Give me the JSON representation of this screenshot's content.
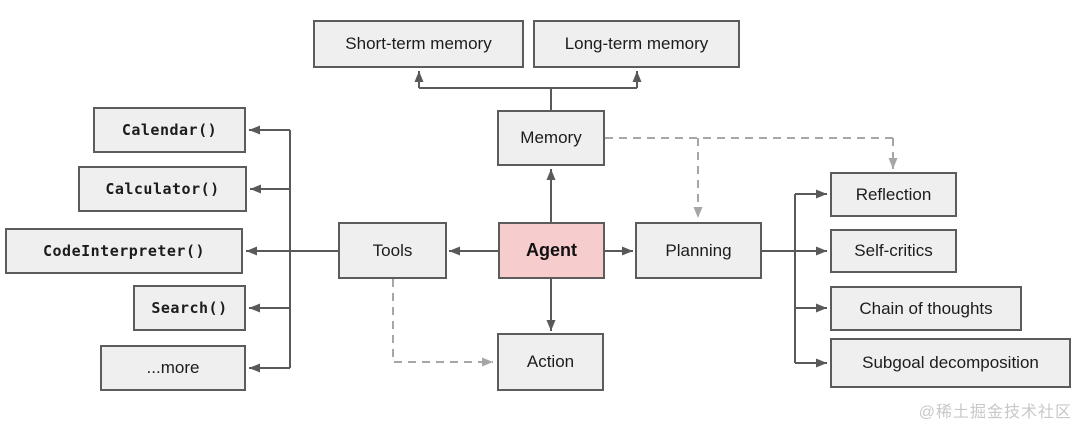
{
  "diagram": {
    "nodes": {
      "short_term_memory": {
        "label": "Short-term memory"
      },
      "long_term_memory": {
        "label": "Long-term memory"
      },
      "memory": {
        "label": "Memory"
      },
      "agent": {
        "label": "Agent"
      },
      "tools": {
        "label": "Tools"
      },
      "planning": {
        "label": "Planning"
      },
      "action": {
        "label": "Action"
      },
      "calendar": {
        "label": "Calendar()"
      },
      "calculator": {
        "label": "Calculator()"
      },
      "code_interpreter": {
        "label": "CodeInterpreter()"
      },
      "search": {
        "label": "Search()"
      },
      "more": {
        "label": "...more"
      },
      "reflection": {
        "label": "Reflection"
      },
      "self_critics": {
        "label": "Self-critics"
      },
      "chain_of_thoughts": {
        "label": "Chain of thoughts"
      },
      "subgoal_decomposition": {
        "label": "Subgoal decomposition"
      }
    },
    "colors": {
      "node_fill": "#efefef",
      "node_border": "#5c5c5c",
      "agent_fill": "#f6cccd",
      "solid_connector": "#595959",
      "dashed_connector": "#a6a6a6",
      "background": "#ffffff",
      "watermark_color": "#c8c8c8"
    },
    "watermark": "@稀土掘金技术社区"
  }
}
